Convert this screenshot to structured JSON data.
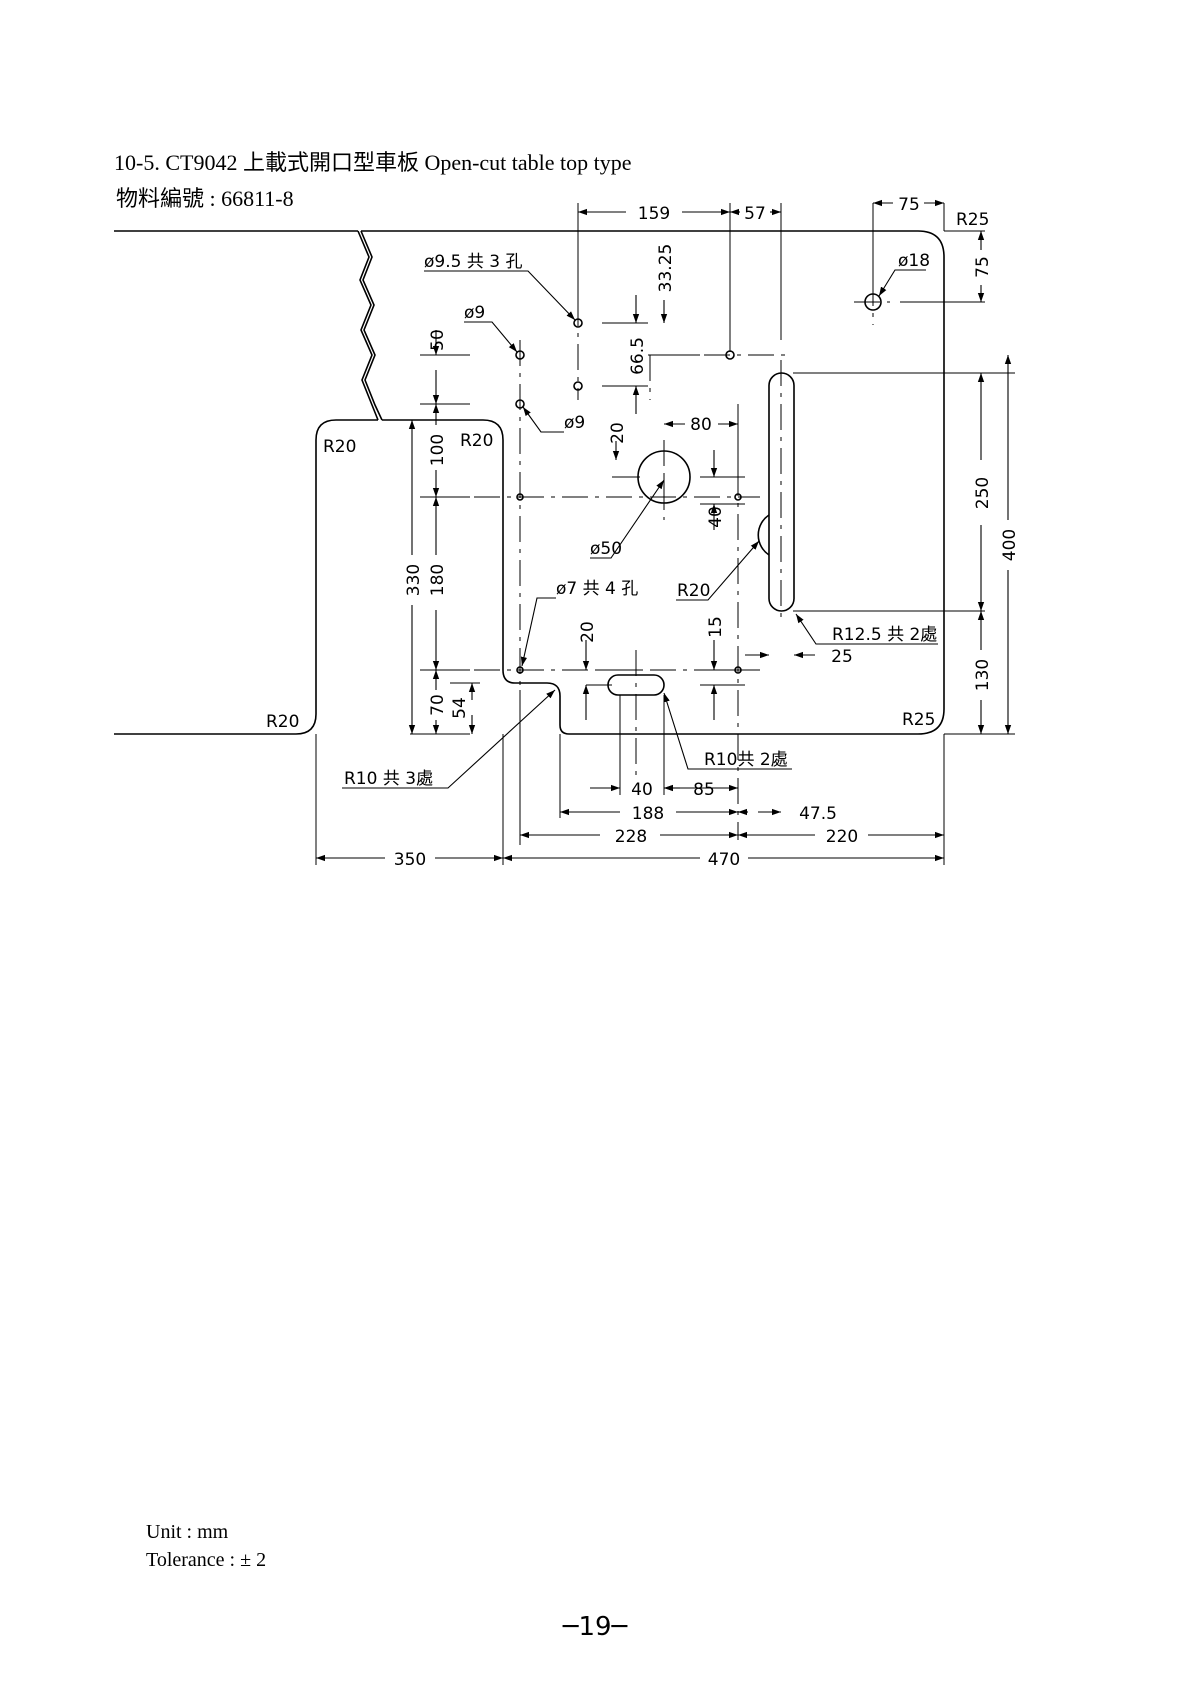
{
  "header": {
    "title": "10-5. CT9042 上載式開口型車板  Open-cut table top type",
    "part_number": "物料編號 : 66811-8"
  },
  "drawing": {
    "dimensions": {
      "d159": "159",
      "d57": "57",
      "d75_top": "75",
      "d75_right": "75",
      "d33_25": "33.25",
      "d66_5": "66.5",
      "d50": "50",
      "d100": "100",
      "d20_a": "20",
      "d80": "80",
      "d40_a": "40",
      "d250": "250",
      "d400": "400",
      "d330": "330",
      "d180": "180",
      "d20_b": "20",
      "d15": "15",
      "d25": "25",
      "d130": "130",
      "d70": "70",
      "d54": "54",
      "d40_b": "40",
      "d85": "85",
      "d188": "188",
      "d47_5": "47.5",
      "d228": "228",
      "d220": "220",
      "d350": "350",
      "d470": "470"
    },
    "callouts": {
      "holes_9_5": "ø9.5 共 3 孔",
      "hole_9_top": "ø9",
      "hole_9_bottom": "ø9",
      "hole_18": "ø18",
      "hole_50": "ø50",
      "holes_7": "ø7 共 4 孔",
      "r25_top": "R25",
      "r25_bottom": "R25",
      "r20_left_top": "R20",
      "r20_inner": "R20",
      "r20_left_bottom": "R20",
      "r20_notch": "R20",
      "r12_5": "R12.5 共 2處",
      "r10_3": "R10 共 3處",
      "r10_2": "R10共 2處"
    }
  },
  "footer": {
    "unit": "Unit : mm",
    "tolerance": "Tolerance : ± 2",
    "page_number": "─19─"
  }
}
